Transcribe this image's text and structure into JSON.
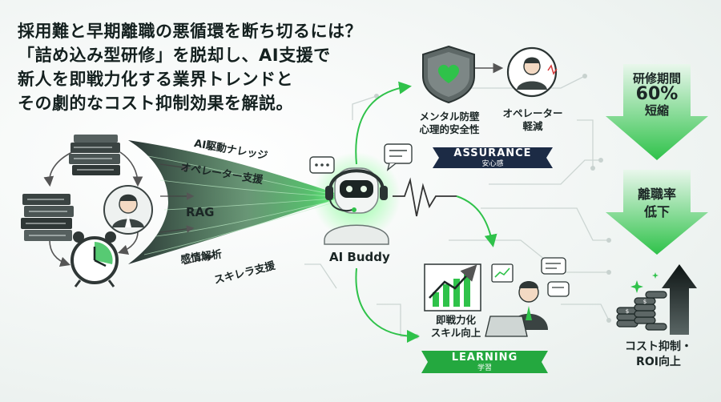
{
  "headline": {
    "line1": "採用難と早期離職の悪循環を断ち切るには？",
    "line2": "「詰め込み型研修」を脱却し、AI支援で",
    "line3": "新人を即戦力化する業界トレンドと",
    "line4": "その劇的なコスト抑制効果を解説。"
  },
  "stream_labels": {
    "ai_knowledge": "AI駆動ナレッジ",
    "operator_support": "オペレーター支援",
    "rag": "RAG",
    "sentiment": "感情解析",
    "skill_support": "スキレラ支援"
  },
  "center": {
    "name": "AI Buddy"
  },
  "assurance": {
    "banner_title": "ASSURANCE",
    "banner_sub": "安心感",
    "safety_label": "メンタル防壁\n心理的安全性",
    "operator_label": "オペレーター\n軽減"
  },
  "learning": {
    "banner_title": "LEARNING",
    "banner_sub": "学習",
    "skill_label": "即戦力化\nスキル向上"
  },
  "results": {
    "training_line1": "研修期間",
    "training_value": "60%",
    "training_line3": "短縮",
    "turnover_line1": "離職率",
    "turnover_line2": "低下",
    "cost_line1": "コスト抑制・",
    "cost_line2": "ROI向上"
  },
  "colors": {
    "accent": "#2fc24a",
    "navy": "#1c2b45",
    "dark": "#26302f"
  }
}
